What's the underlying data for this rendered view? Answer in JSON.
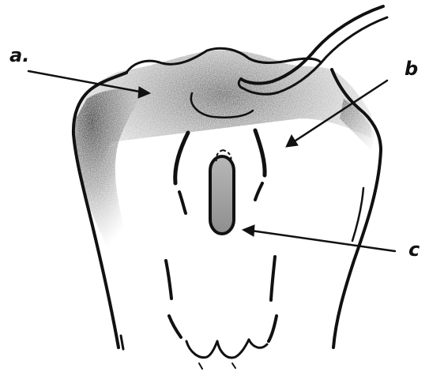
{
  "figure": {
    "labels": {
      "a": "a.",
      "b": "b",
      "c": "c"
    },
    "colors": {
      "ink": "#111111",
      "shade": "#8a8a8a",
      "background": "#ffffff"
    }
  }
}
